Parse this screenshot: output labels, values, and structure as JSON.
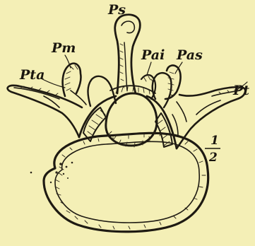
{
  "figure": {
    "labels": {
      "ps": "Ps",
      "pm": "Pm",
      "pai": "Pai",
      "pas": "Pas",
      "pta": "Pta",
      "pt": "Pt"
    },
    "scale": {
      "numerator": "1",
      "denominator": "2"
    }
  },
  "colors": {
    "paper": "#f4efb6",
    "ink": "#1e1a12"
  }
}
